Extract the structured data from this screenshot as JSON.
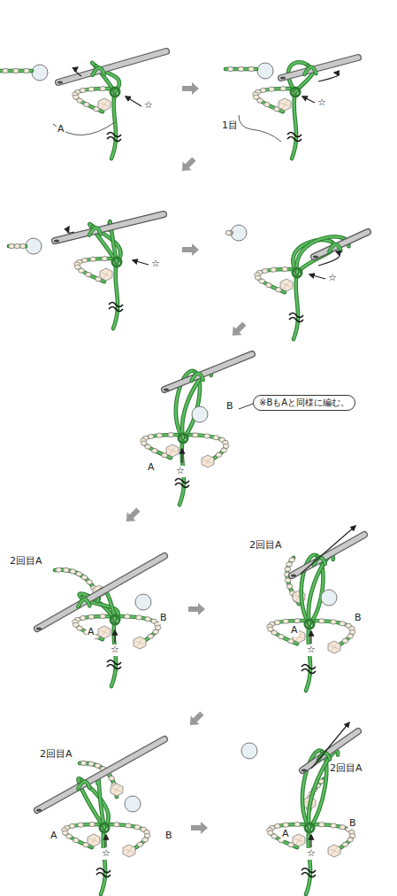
{
  "diagram": {
    "nodes": [
      {
        "text": [
          "※BもAと同様に編む。"
        ]
      }
    ],
    "labels": [
      "☆",
      "A",
      "1目",
      "☆",
      "☆",
      "☆",
      "B",
      "A",
      "☆",
      "2回目A",
      "A",
      "☆",
      "B",
      "2回目A",
      "A",
      "☆",
      "B",
      "2回目A",
      "A",
      "☆",
      "B",
      "2回目A",
      "A",
      "☆",
      "B"
    ]
  }
}
